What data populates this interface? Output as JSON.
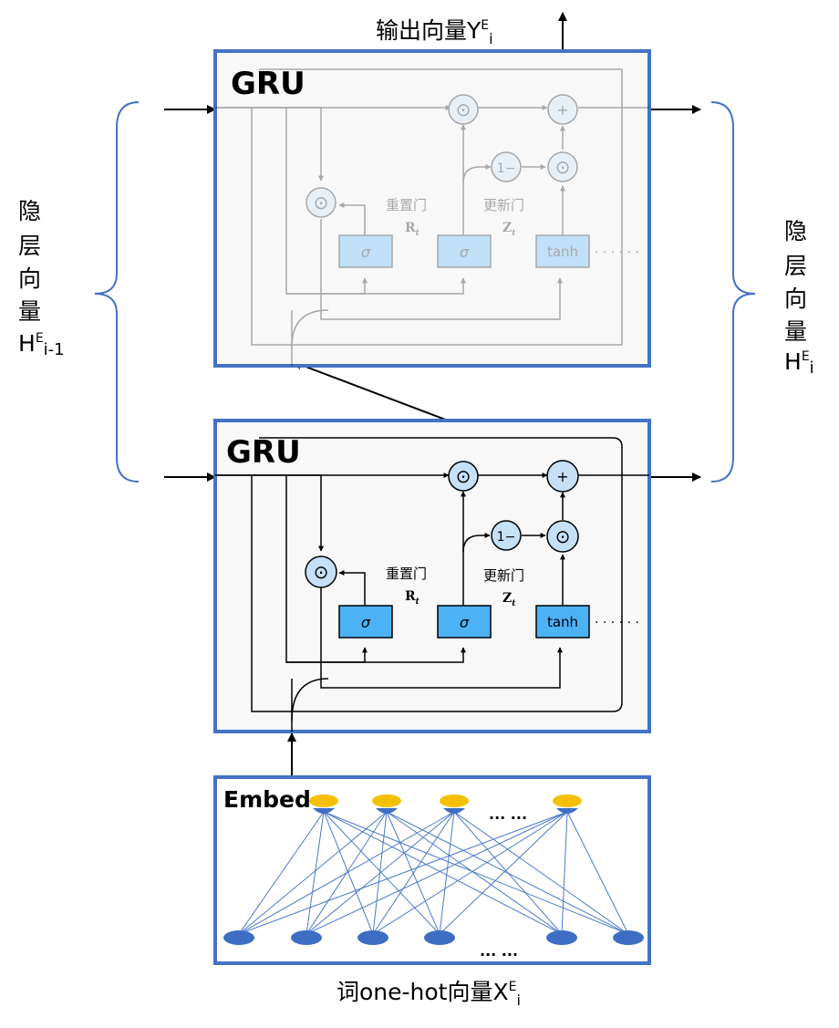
{
  "top_output": {
    "prefix": "输出向量Y",
    "sup": "E",
    "sub": "i"
  },
  "bottom_input": {
    "prefix": "词one-hot向量X",
    "sup": "E",
    "sub": "i"
  },
  "left_hidden": {
    "chars": [
      "隐",
      "层",
      "向",
      "量"
    ],
    "prefix": "H",
    "sup": "E",
    "sub": "i-1"
  },
  "right_hidden": {
    "chars": [
      "隐",
      "层",
      "向",
      "量"
    ],
    "prefix": "H",
    "sup": "E",
    "sub": "i"
  },
  "gru_top": {
    "title": "GRU",
    "reset_gate_label": "重置门",
    "reset_gate_symbol": "R",
    "update_gate_label": "更新门",
    "update_gate_symbol": "Z",
    "gate_symbol_sub": "t",
    "sigma": "σ",
    "tanh": "tanh",
    "one_minus": "1−",
    "hadamard": "⊙",
    "plus": "+",
    "dots": "· · · · · ·"
  },
  "gru_bottom": {
    "title": "GRU",
    "reset_gate_label": "重置门",
    "reset_gate_symbol": "R",
    "update_gate_label": "更新门",
    "update_gate_symbol": "Z",
    "gate_symbol_sub": "t",
    "sigma": "σ",
    "tanh": "tanh",
    "one_minus": "1−",
    "hadamard": "⊙",
    "plus": "+",
    "dots": "· · · · · ·"
  },
  "embed": {
    "title": "Embed",
    "top_dots": "... ...",
    "bottom_dots": "... ..."
  },
  "colors": {
    "frame": "#4472c4",
    "panel_bg": "#f8f8f8",
    "node_fill": "#c5e0f7",
    "gate_fill": "#4db2f5",
    "yellow_node": "#f5c000",
    "blue_node": "#3d6ec4",
    "line": "#000000",
    "embed_line": "#4a7ac8"
  }
}
